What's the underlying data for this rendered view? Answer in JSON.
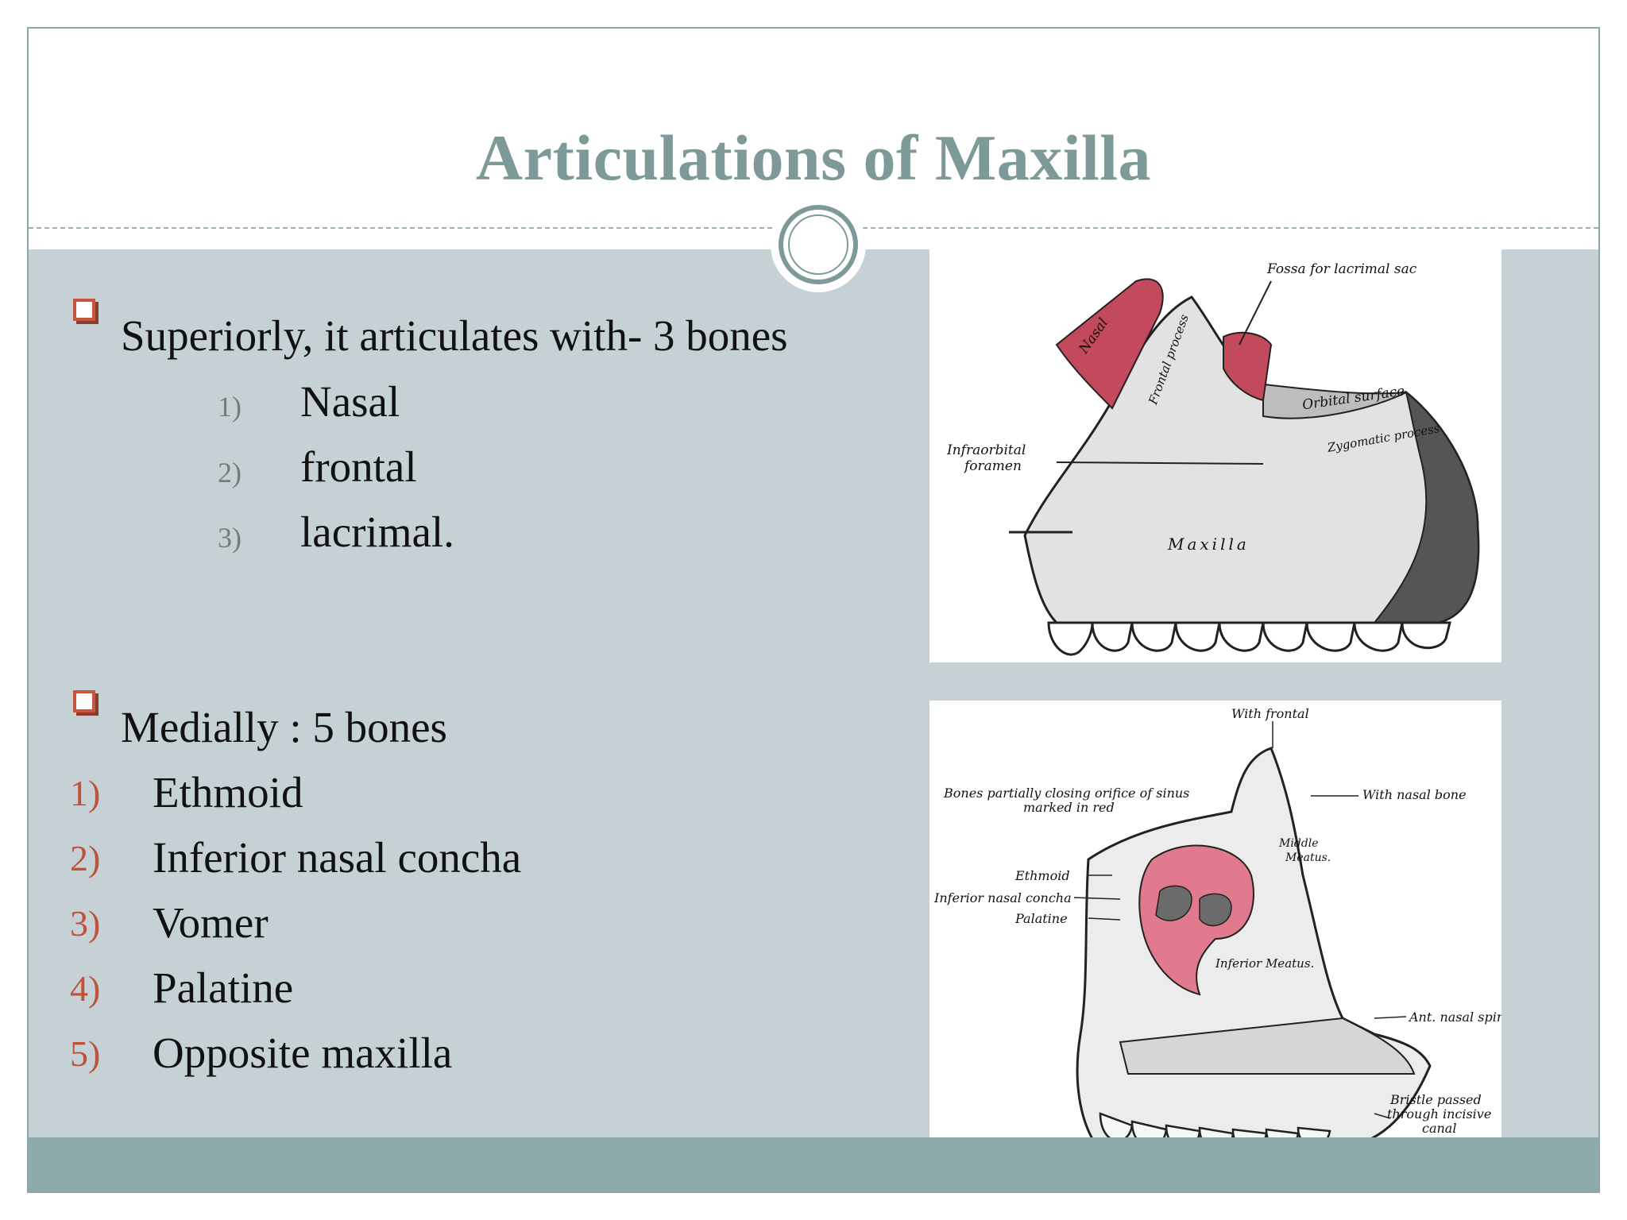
{
  "slide": {
    "title": "Articulations of Maxilla"
  },
  "superior": {
    "heading": "Superiorly, it articulates with- 3 bones",
    "items": [
      {
        "num": "1)",
        "label": "Nasal"
      },
      {
        "num": "2)",
        "label": "frontal"
      },
      {
        "num": "3)",
        "label": "lacrimal."
      }
    ]
  },
  "medial": {
    "heading": "Medially : 5 bones",
    "items": [
      {
        "num": "1)",
        "label": "Ethmoid"
      },
      {
        "num": "2)",
        "label": "Inferior nasal concha"
      },
      {
        "num": "3)",
        "label": "Vomer"
      },
      {
        "num": "4)",
        "label": "Palatine"
      },
      {
        "num": "5)",
        "label": "Opposite maxilla"
      }
    ]
  },
  "figure_top": {
    "labels": {
      "fossa": "Fossa for lacrimal sac",
      "nasal": "Nasal",
      "frontal_process": "Frontal process",
      "orbital_surface": "Orbital surface",
      "zygomatic_process": "Zygomatic process",
      "infraorbital_1": "Infraorbital",
      "infraorbital_2": "foramen",
      "maxilla": "Maxilla"
    }
  },
  "figure_bottom": {
    "labels": {
      "with_frontal": "With frontal",
      "bones_partial_1": "Bones partially closing orifice of sinus",
      "bones_partial_2": "marked in red",
      "with_nasal": "With nasal bone",
      "middle": "Middle",
      "meatus": "Meatus.",
      "ethmoid": "Ethmoid",
      "inferior_concha": "Inferior nasal concha",
      "palatine": "Palatine",
      "inferior_meatus": "Inferior Meatus.",
      "ant_spine": "Ant. nasal spine",
      "bristle_1": "Bristle passed",
      "bristle_2": "through incisive",
      "bristle_3": "canal"
    }
  },
  "colors": {
    "title": "#7e9a98",
    "content_bg": "#c5d1d4",
    "footer": "#8eaaab",
    "bullet": "#c8553d",
    "bone_red": "#c24a5c"
  }
}
